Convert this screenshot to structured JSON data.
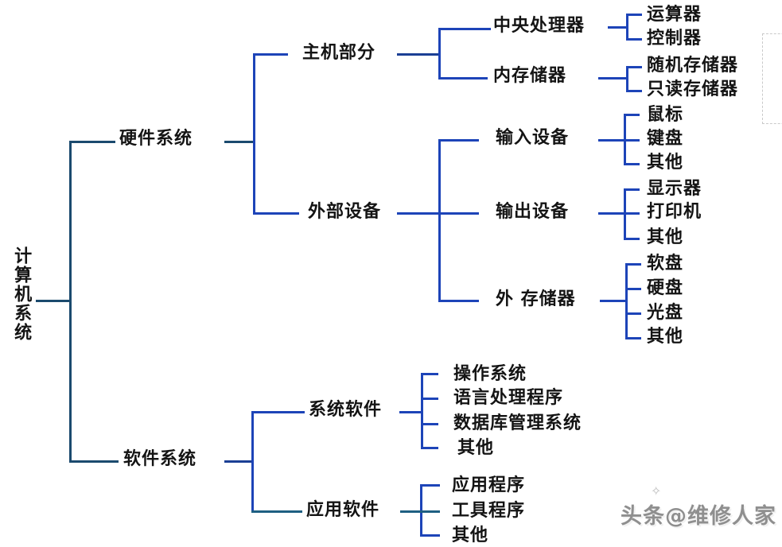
{
  "colors": {
    "line_steel": "#1b4a6e",
    "line_royal": "#1d44b8",
    "line_navy": "#1b3f94",
    "line_teal": "#1e5f82",
    "text": "#141414",
    "watermark_gray": "#8f8f8f",
    "selection_dashed": "#c9c9c9"
  },
  "tree": {
    "root": "计算机系统",
    "hw": "硬件系统",
    "sw": "软件系统",
    "host": "主机部分",
    "extdev": "外部设备",
    "cpu": "中央处理器",
    "mem": "内存储器",
    "alu": "运算器",
    "cu": "控制器",
    "ram": "随机存储器",
    "rom": "只读存储器",
    "input": "输入设备",
    "mouse": "鼠标",
    "kbd": "键盘",
    "other_in": "其他",
    "output": "输出设备",
    "monitor": "显示器",
    "printer": "打印机",
    "other_out": "其他",
    "extstore": "外 存储器",
    "floppy": "软盘",
    "hdd": "硬盘",
    "cd": "光盘",
    "other_store": "其他",
    "syssw": "系统软件",
    "os": "操作系统",
    "lang": "语言处理程序",
    "dbms": "数据库管理系统",
    "other_sys": "其他",
    "appsw": "应用软件",
    "appprog": "应用程序",
    "tool": "工具程序",
    "other_app": "其他"
  },
  "watermark": {
    "text": "头条@维修人家",
    "sparkle_icon": "✧"
  }
}
